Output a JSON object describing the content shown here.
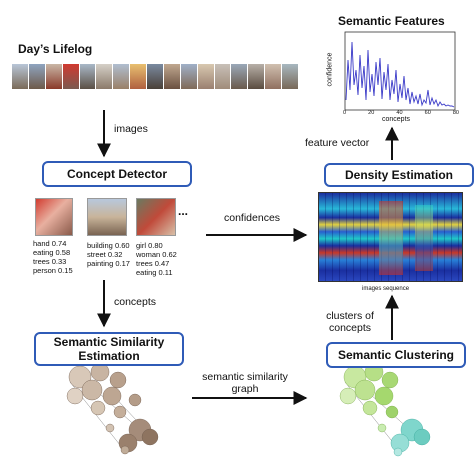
{
  "lifelog": {
    "title": "Day’s Lifelog"
  },
  "semantic_features": {
    "title": "Semantic Features",
    "ylabel": "confidence",
    "xlabel": "concepts",
    "x_ticks": [
      "0",
      "20",
      "40",
      "60",
      "80"
    ],
    "line_color": "#3a3ac8"
  },
  "nodes": {
    "concept_detector": "Concept Detector",
    "density_estimation": "Density Estimation",
    "semantic_similarity": "Semantic Similarity Estimation",
    "semantic_clustering": "Semantic Clustering"
  },
  "edges": {
    "images": "images",
    "concepts": "concepts",
    "confidences": "confidences",
    "feature_vector": "feature vector",
    "clusters_of_concepts": "clusters of concepts",
    "similarity_graph": "semantic similarity graph"
  },
  "detections": [
    {
      "items": [
        "hand 0.74",
        "eating 0.58",
        "trees 0.33",
        "person 0.15"
      ]
    },
    {
      "items": [
        "building 0.60",
        "street 0.32",
        "painting 0.17"
      ]
    },
    {
      "items": [
        "girl 0.80",
        "woman 0.62",
        "trees 0.47",
        "eating 0.11"
      ]
    }
  ],
  "ellipsis": "...",
  "heatmap": {
    "xlabel": "images sequence"
  },
  "colors": {
    "box_border": "#2f5bb7",
    "graph_brown": "#a58c7a",
    "graph_green": "#a5d86e",
    "graph_teal": "#7fd6cc"
  }
}
